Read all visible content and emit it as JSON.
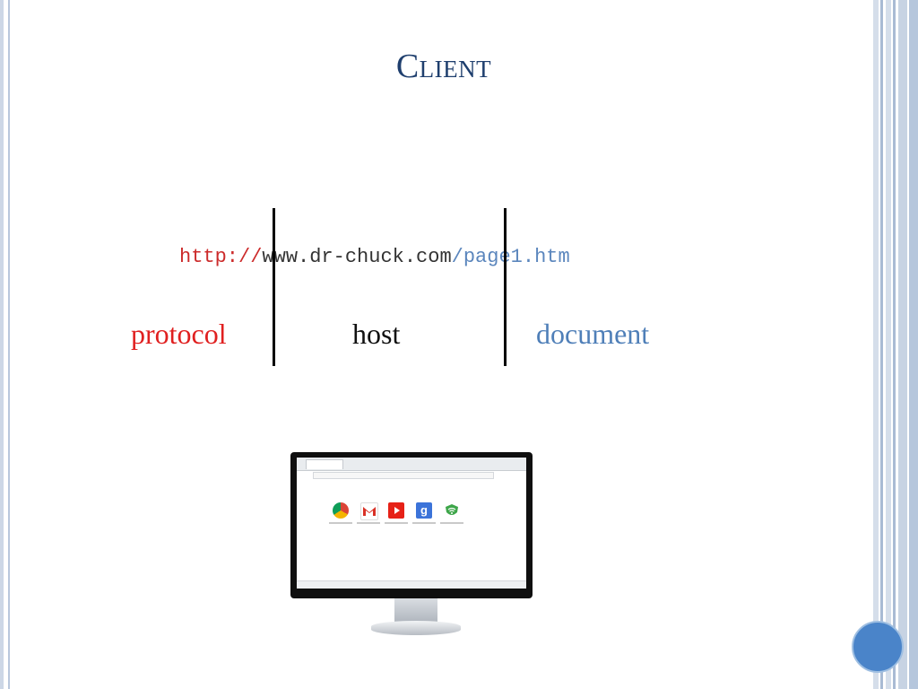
{
  "slide": {
    "title": "Client"
  },
  "url": {
    "protocol_part": "http://",
    "host_part": "www.dr-chuck.com",
    "document_part": "/page1.htm"
  },
  "labels": {
    "protocol": "protocol",
    "host": "host",
    "document": "document"
  },
  "colors": {
    "title": "#1f3f6e",
    "protocol": "#e02020",
    "host": "#111111",
    "document": "#4f7fb8",
    "accent": "#4a84c9"
  },
  "image": {
    "icon": "browser-monitor-icon"
  }
}
